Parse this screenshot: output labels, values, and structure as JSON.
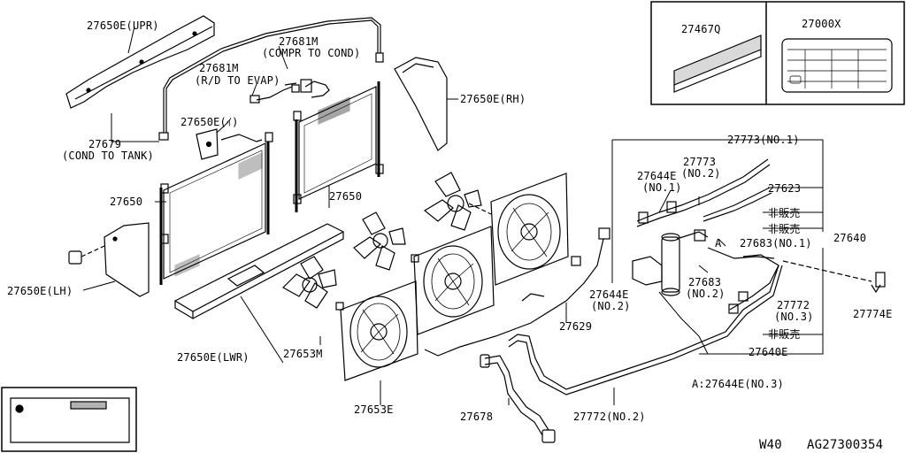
{
  "labels": {
    "p27650e_upr": "27650E(UPR)",
    "p27681m_a": "27681M",
    "p27681m_a_sub": "(COMPR TO COND)",
    "p27681m_b": "27681M",
    "p27681m_b_sub": "(R/D TO EVAP)",
    "p27650e_i": "27650E(ｲ)",
    "p27679": "27679",
    "p27679_sub": "(COND TO TANK)",
    "p27650_left": "27650",
    "p27650_right": "27650",
    "p27650e_rh": "27650E(RH)",
    "p27650e_lh": "27650E(LH)",
    "p27650e_lwr": "27650E(LWR)",
    "p27653m": "27653M",
    "p27653e": "27653E",
    "p27629": "27629",
    "p27678": "27678",
    "p27772_no2": "27772(NO.2)",
    "p27772": "27772",
    "p27772_sub": "(NO.3)",
    "p27773_no1": "27773(NO.1)",
    "p27773": "27773",
    "p27773_sub": "(NO.2)",
    "p27644e_top": "27644E",
    "p27644e_top_sub": "(NO.1)",
    "p27623": "27623",
    "hihanbai_1": "非販売",
    "hihanbai_2": "非販売",
    "hihanbai_3": "非販売",
    "p27683_no1": "27683(NO.1)",
    "p27640": "27640",
    "p27683": "27683",
    "p27683_sub": "(NO.2)",
    "p27644e_mid": "27644E",
    "p27644e_mid_sub": "(NO.2)",
    "p27640e": "27640E",
    "p27774e": "27774E",
    "note_a": "A:27644E(NO.3)",
    "callout_a": "A",
    "p27467q": "27467Q",
    "p27000x": "27000X",
    "footer_w40": "W40",
    "footer_code": "AG27300354"
  }
}
